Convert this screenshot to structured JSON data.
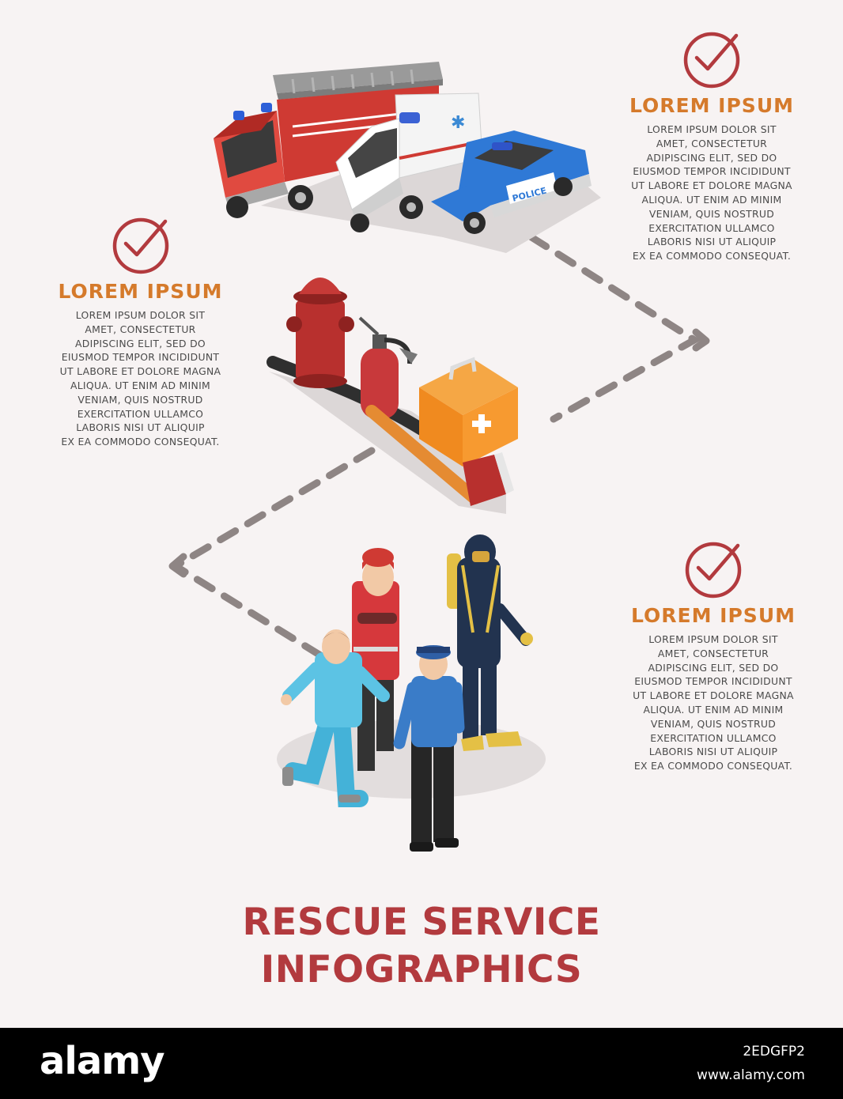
{
  "colors": {
    "accent": "#b23a3e",
    "heading": "#d57a2b",
    "body_text": "#4a4a4a",
    "title": "#b23a3e",
    "path": "#8e8584",
    "background": "#f7f3f3"
  },
  "blocks": [
    {
      "title": "LOREM IPSUM",
      "body": "LOREM IPSUM DOLOR SIT\nAMET, CONSECTETUR\nADIPISCING ELIT, SED DO\nEIUSMOD TEMPOR INCIDIDUNT\nUT LABORE ET DOLORE MAGNA\nALIQUA. UT ENIM AD MINIM\nVENIAM, QUIS NOSTRUD\nEXERCITATION ULLAMCO\nLABORIS NISI UT ALIQUIP\nEX EA COMMODO CONSEQUAT.",
      "icon": "check-circle-icon"
    },
    {
      "title": "LOREM IPSUM",
      "body": "LOREM IPSUM DOLOR SIT\nAMET, CONSECTETUR\nADIPISCING ELIT, SED DO\nEIUSMOD TEMPOR INCIDIDUNT\nUT LABORE ET DOLORE MAGNA\nALIQUA. UT ENIM AD MINIM\nVENIAM, QUIS NOSTRUD\nEXERCITATION ULLAMCO\nLABORIS NISI UT ALIQUIP\nEX EA COMMODO CONSEQUAT.",
      "icon": "check-circle-icon"
    },
    {
      "title": "LOREM IPSUM",
      "body": "LOREM IPSUM DOLOR SIT\nAMET, CONSECTETUR\nADIPISCING ELIT, SED DO\nEIUSMOD TEMPOR INCIDIDUNT\nUT LABORE ET DOLORE MAGNA\nALIQUA. UT ENIM AD MINIM\nVENIAM, QUIS NOSTRUD\nEXERCITATION ULLAMCO\nLABORIS NISI UT ALIQUIP\nEX EA COMMODO CONSEQUAT.",
      "icon": "check-circle-icon"
    }
  ],
  "vehicles": {
    "police_label": "POLICE"
  },
  "title": {
    "line1": "RESCUE SERVICE",
    "line2": "INFOGRAPHICS"
  },
  "footer": {
    "logo": "alamy",
    "image_id": "2EDGFP2",
    "url": "www.alamy.com"
  }
}
